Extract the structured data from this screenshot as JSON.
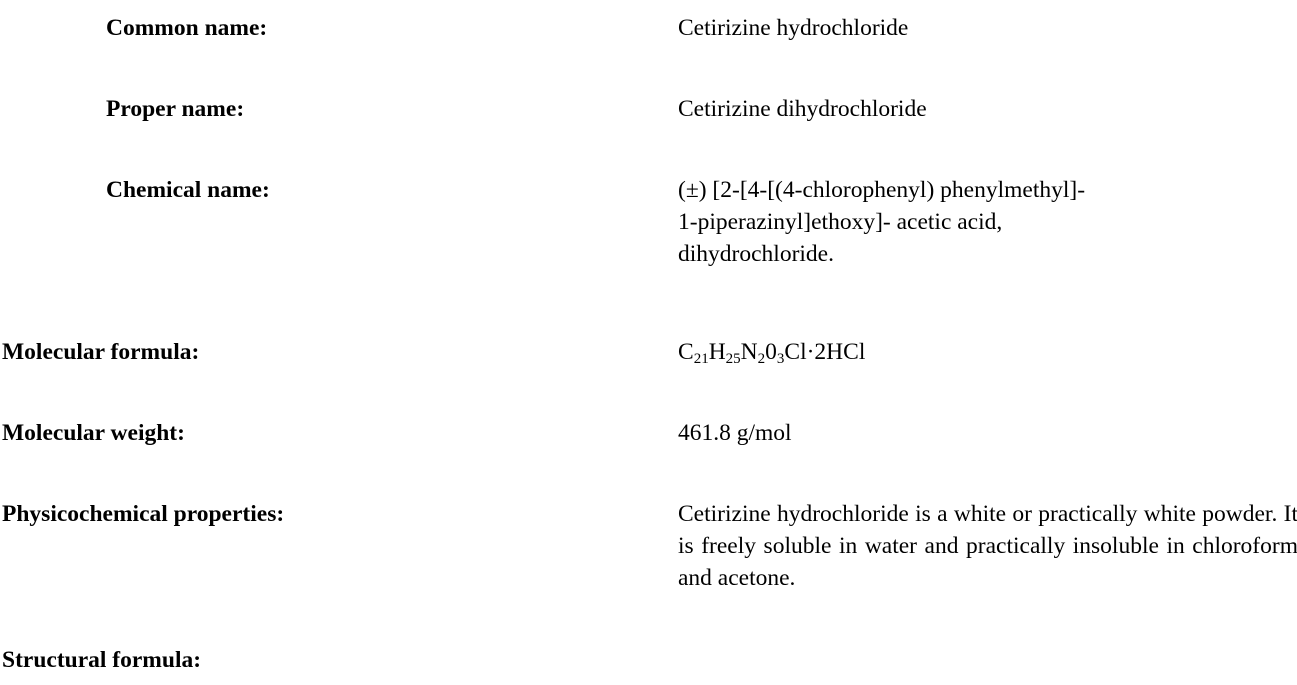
{
  "rows": {
    "common_name": {
      "label": "Common name:",
      "value": "Cetirizine hydrochloride"
    },
    "proper_name": {
      "label": "Proper name:",
      "value": "Cetirizine dihydrochloride"
    },
    "chemical_name": {
      "label": "Chemical name:",
      "lines": [
        "(±) [2-[4-[(4-chlorophenyl) phenylmethyl]-",
        "1-piperazinyl]ethoxy]- acetic acid,",
        "dihydrochloride."
      ]
    },
    "molecular_formula": {
      "label": "Molecular formula:",
      "parts": {
        "c": "C",
        "c_n": "21",
        "h": "H",
        "h_n": "25",
        "n": "N",
        "n_n": "2",
        "o": "0",
        "o_n": "3",
        "rest": "Cl·2HCl"
      }
    },
    "molecular_weight": {
      "label": "Molecular weight:",
      "value": "461.8 g/mol"
    },
    "physicochemical": {
      "label": "Physicochemical properties:",
      "value": "Cetirizine hydrochloride is a white or practically white powder. It is freely soluble in water and practically insoluble in chloroform and acetone."
    },
    "structural_formula": {
      "label": "Structural formula:"
    }
  }
}
